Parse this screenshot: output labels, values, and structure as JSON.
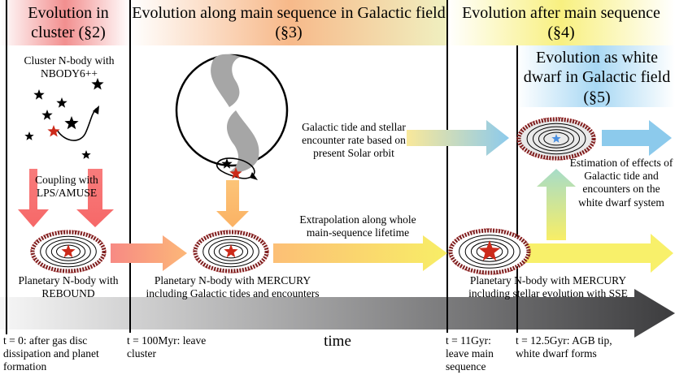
{
  "headers": {
    "cluster": "Evolution in cluster (§2)",
    "main_sequence": "Evolution along main sequence in Galactic field (§3)",
    "after_ms": "Evolution after main sequence (§4)",
    "white_dwarf": "Evolution as white dwarf in Galactic field (§5)"
  },
  "labels": {
    "cluster_nbody": "Cluster N-body with NBODY6++",
    "coupling": "Coupling with LPS/AMUSE",
    "rebound": "Planetary N-body with REBOUND",
    "galactic_tide": "Galactic tide and stellar encounter rate based on present Solar orbit",
    "mercury_tides": "Planetary N-body with MERCURY including Galactic tides and encounters",
    "extrapolation": "Extrapolation along whole main-sequence lifetime",
    "mercury_sse": "Planetary N-body with MERCURY including stellar evolution with SSE",
    "estimation": "Estimation of effects of Galactic tide and encounters on the white dwarf system",
    "time_axis": "time"
  },
  "timeline": {
    "t0": "t = 0: after gas disc dissipation and planet formation",
    "t100": "t = 100Myr: leave cluster",
    "t11": "t = 11Gyr: leave main sequence",
    "t125": "t = 12.5Gyr: AGB tip, white dwarf forms"
  }
}
